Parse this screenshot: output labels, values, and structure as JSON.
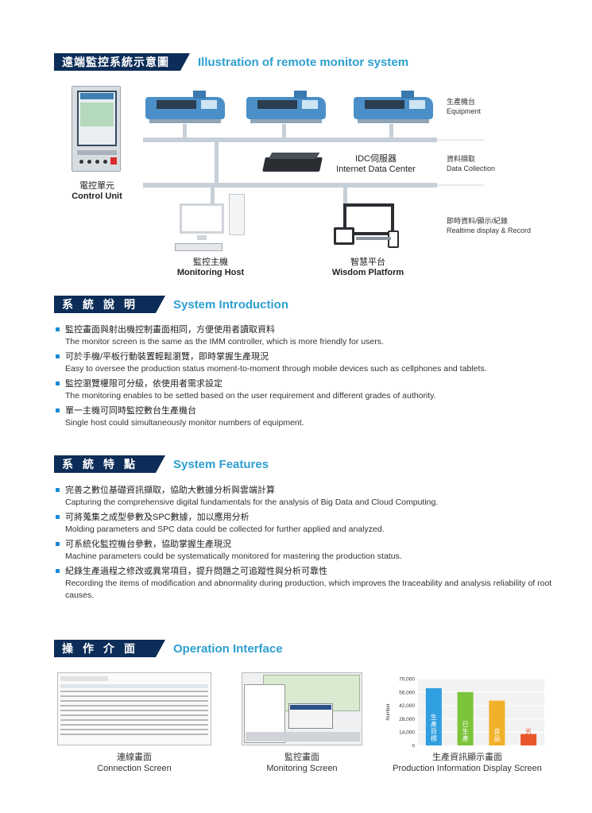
{
  "remote": {
    "title_zh": "遠端監控系統示意圖",
    "title_en": "Illustration of remote monitor system",
    "control_unit_zh": "電控單元",
    "control_unit_en": "Control Unit",
    "idc_zh": "IDC伺服器",
    "idc_en": "Internet Data Center",
    "host_zh": "監控主機",
    "host_en": "Monitoring Host",
    "wisdom_zh": "智慧平台",
    "wisdom_en": "Wisdom Platform",
    "equipment_zh": "生產機台",
    "equipment_en": "Equipment",
    "collection_zh": "資料擷取",
    "collection_en": "Data Collection",
    "realtime_zh": "即時資料/顯示/紀錄",
    "realtime_en": "Realtime display & Record"
  },
  "intro": {
    "title_zh": "系統說明",
    "title_en": "System Introduction",
    "items": [
      {
        "zh": "監控畫面與射出機控制畫面相同，方便使用者讀取資料",
        "en": "The monitor screen is the same as the IMM controller, which is more friendly for users."
      },
      {
        "zh": "可於手機/平板行動裝置輕鬆瀏覽，即時掌握生產現況",
        "en": "Easy to oversee the production status moment-to-moment through mobile devices such as cellphones and tablets."
      },
      {
        "zh": "監控瀏覽權限可分級，依使用者需求設定",
        "en": "The monitoring enables to be setted based on the user requirement and different grades of authority."
      },
      {
        "zh": "單一主機可同時監控數台生產機台",
        "en": "Single host could simultaneously monitor numbers of equipment."
      }
    ]
  },
  "features": {
    "title_zh": "系統特點",
    "title_en": "System Features",
    "items": [
      {
        "zh": "完善之數位基礎資訊擷取，協助大數據分析與雲端計算",
        "en": "Capturing the comprehensive digital fundamentals for the analysis of Big Data and Cloud Computing."
      },
      {
        "zh": "可將蒐集之成型參數及SPC數據，加以應用分析",
        "en": "Molding parameters and SPC data could be collected for further applied and analyzed."
      },
      {
        "zh": "可系統化監控機台參數，協助掌握生產現況",
        "en": "Machine parameters could be systematically monitored for mastering the production status."
      },
      {
        "zh": "紀錄生產過程之修改或異常項目，提升問題之可追蹤性與分析可靠性",
        "en": "Recording the items of modification and abnormality during production, which improves the traceability and analysis reliability of root causes."
      }
    ]
  },
  "interface": {
    "title_zh": "操作介面",
    "title_en": "Operation Interface",
    "screens": [
      {
        "zh": "連線畫面",
        "en": "Connection Screen"
      },
      {
        "zh": "監控畫面",
        "en": "Monitoring Screen"
      },
      {
        "zh": "生產資訊顯示畫面",
        "en": "Production Information Display Screen"
      }
    ]
  },
  "chart_data": {
    "type": "bar",
    "ylabel": "Number",
    "ylim": [
      0,
      70000
    ],
    "yticks": [
      "0",
      "14,000",
      "28,000",
      "42,000",
      "56,000",
      "70,000"
    ],
    "categories": [
      "生產目標",
      "已生產",
      "良品",
      "劣品"
    ],
    "values": [
      60000,
      56000,
      47000,
      12000
    ],
    "colors": [
      "#2f9fe0",
      "#7cc43a",
      "#f2b12a",
      "#e9562b"
    ],
    "label_colors": [
      "#ffffff",
      "#ffffff",
      "#ffffff",
      "#e9562b"
    ]
  }
}
